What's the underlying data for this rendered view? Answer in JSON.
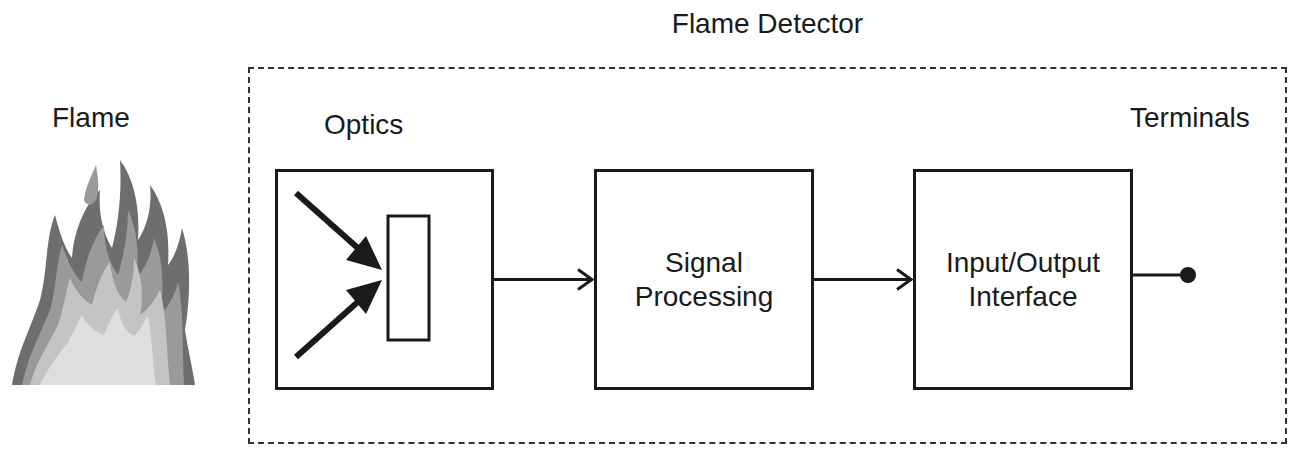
{
  "diagram": {
    "nodes": [
      {
        "text": [
          "Flame Detector"
        ]
      },
      {
        "text": [
          "Optics"
        ],
        "in": 0
      },
      {
        "text": [
          "Signal Processing"
        ],
        "in": 0
      },
      {
        "text": [
          "Input/Output Interface"
        ],
        "in": 0
      }
    ],
    "edges": [
      {
        "from": 1,
        "to": 2,
        "arrow": "to"
      },
      {
        "from": 2,
        "to": 3,
        "arrow": "to"
      }
    ],
    "labels": [
      "Flame",
      "Terminals"
    ]
  }
}
